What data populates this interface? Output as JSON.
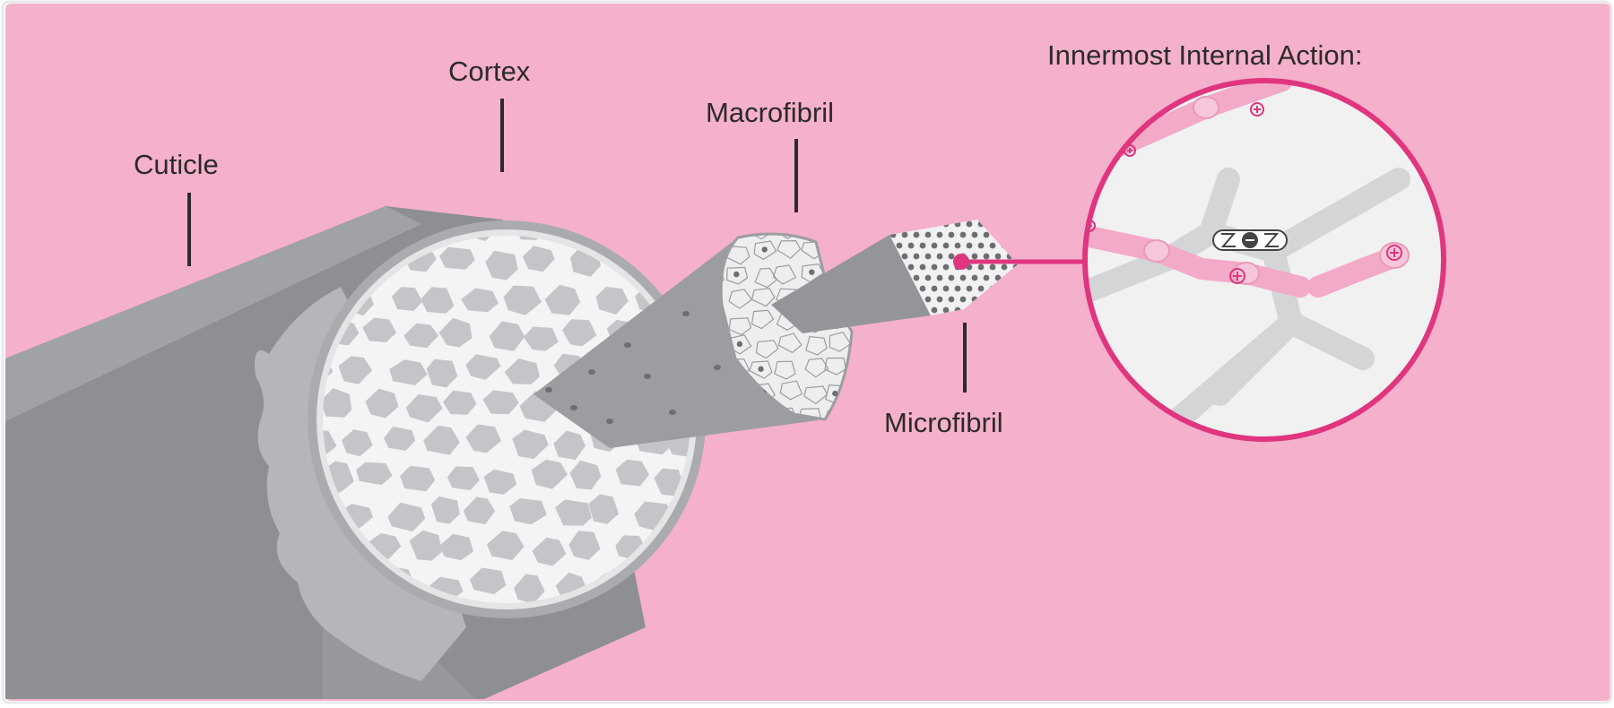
{
  "diagram": {
    "labels": {
      "cuticle": "Cuticle",
      "cortex": "Cortex",
      "macrofibril": "Macrofibril",
      "microfibril": "Microfibril",
      "innermost": "Innermost Internal Action:"
    },
    "colors": {
      "background": "#f5b0cc",
      "accent": "#e0357f",
      "chain": "#f3a9c8",
      "hair_dark": "#8e8f92",
      "hair_mid": "#a3a4a7",
      "cells": "#c4c5c8",
      "inset_bg": "#f1f1f1"
    }
  }
}
